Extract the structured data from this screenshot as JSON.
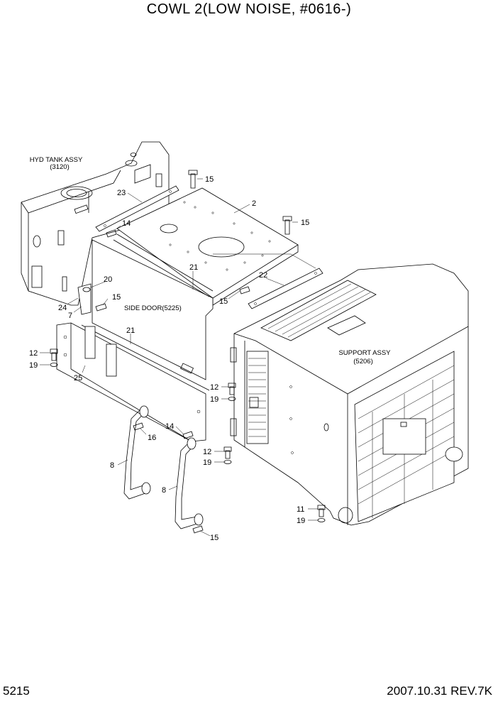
{
  "title": "COWL 2(LOW NOISE, #0616-)",
  "page_number": "5215",
  "revision": "2007.10.31  REV.7K",
  "assemblies": {
    "hyd_tank": {
      "name": "HYD TANK ASSY",
      "ref": "(3120)"
    },
    "side_door": {
      "name": "SIDE DOOR(5225)"
    },
    "support": {
      "name": "SUPPORT ASSY",
      "ref": "(5206)"
    }
  },
  "callouts": [
    "15",
    "23",
    "2",
    "15",
    "14",
    "21",
    "22",
    "20",
    "15",
    "15",
    "24",
    "7",
    "21",
    "12",
    "19",
    "25",
    "12",
    "19",
    "14",
    "16",
    "12",
    "19",
    "8",
    "8",
    "11",
    "19",
    "15"
  ]
}
